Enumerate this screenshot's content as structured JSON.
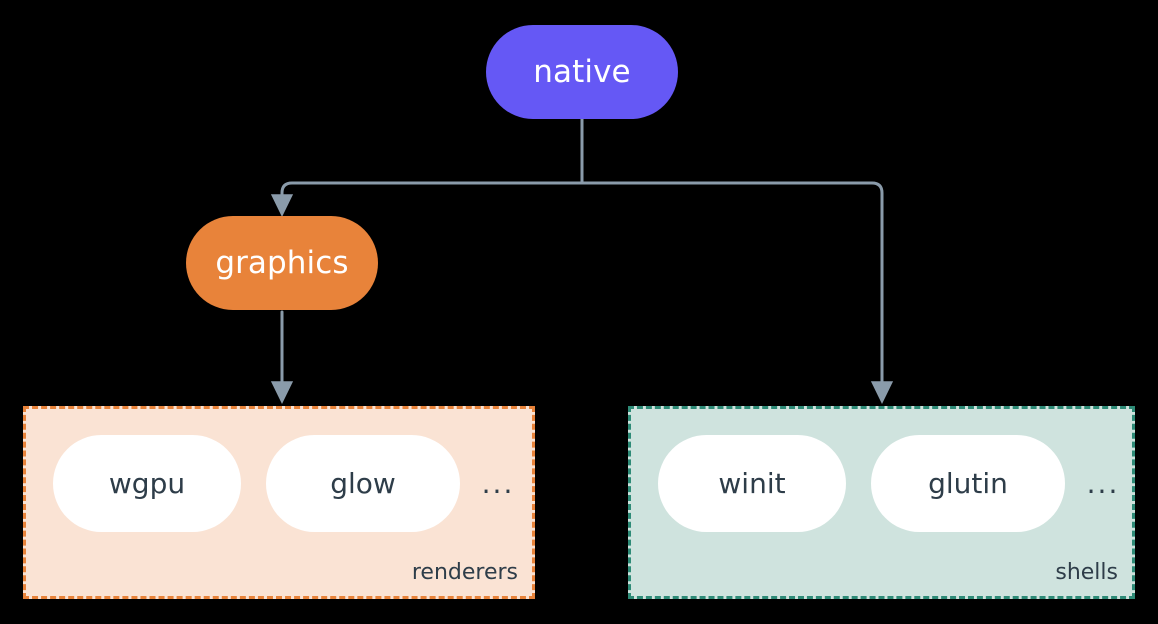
{
  "diagram": {
    "title": "native",
    "background_color": "#000000",
    "connector_color": "#8A9BAA",
    "nodes": [
      {
        "id": "native",
        "label": "native",
        "color": "#6558F5",
        "text_color": "#ffffff"
      },
      {
        "id": "graphics",
        "label": "graphics",
        "color": "#E8833A",
        "text_color": "#ffffff"
      }
    ],
    "groups": [
      {
        "id": "renderers",
        "label": "renderers",
        "fill_color": "#FAE3D4",
        "border_color": "#E8833A",
        "items": [
          {
            "label": "wgpu"
          },
          {
            "label": "glow"
          }
        ],
        "overflow": "..."
      },
      {
        "id": "shells",
        "label": "shells",
        "fill_color": "#CFE3DE",
        "border_color": "#2E8B77",
        "items": [
          {
            "label": "winit"
          },
          {
            "label": "glutin"
          }
        ],
        "overflow": "..."
      }
    ],
    "edges": [
      {
        "from": "native",
        "to": "graphics"
      },
      {
        "from": "native",
        "to": "shells"
      },
      {
        "from": "graphics",
        "to": "renderers"
      }
    ]
  }
}
